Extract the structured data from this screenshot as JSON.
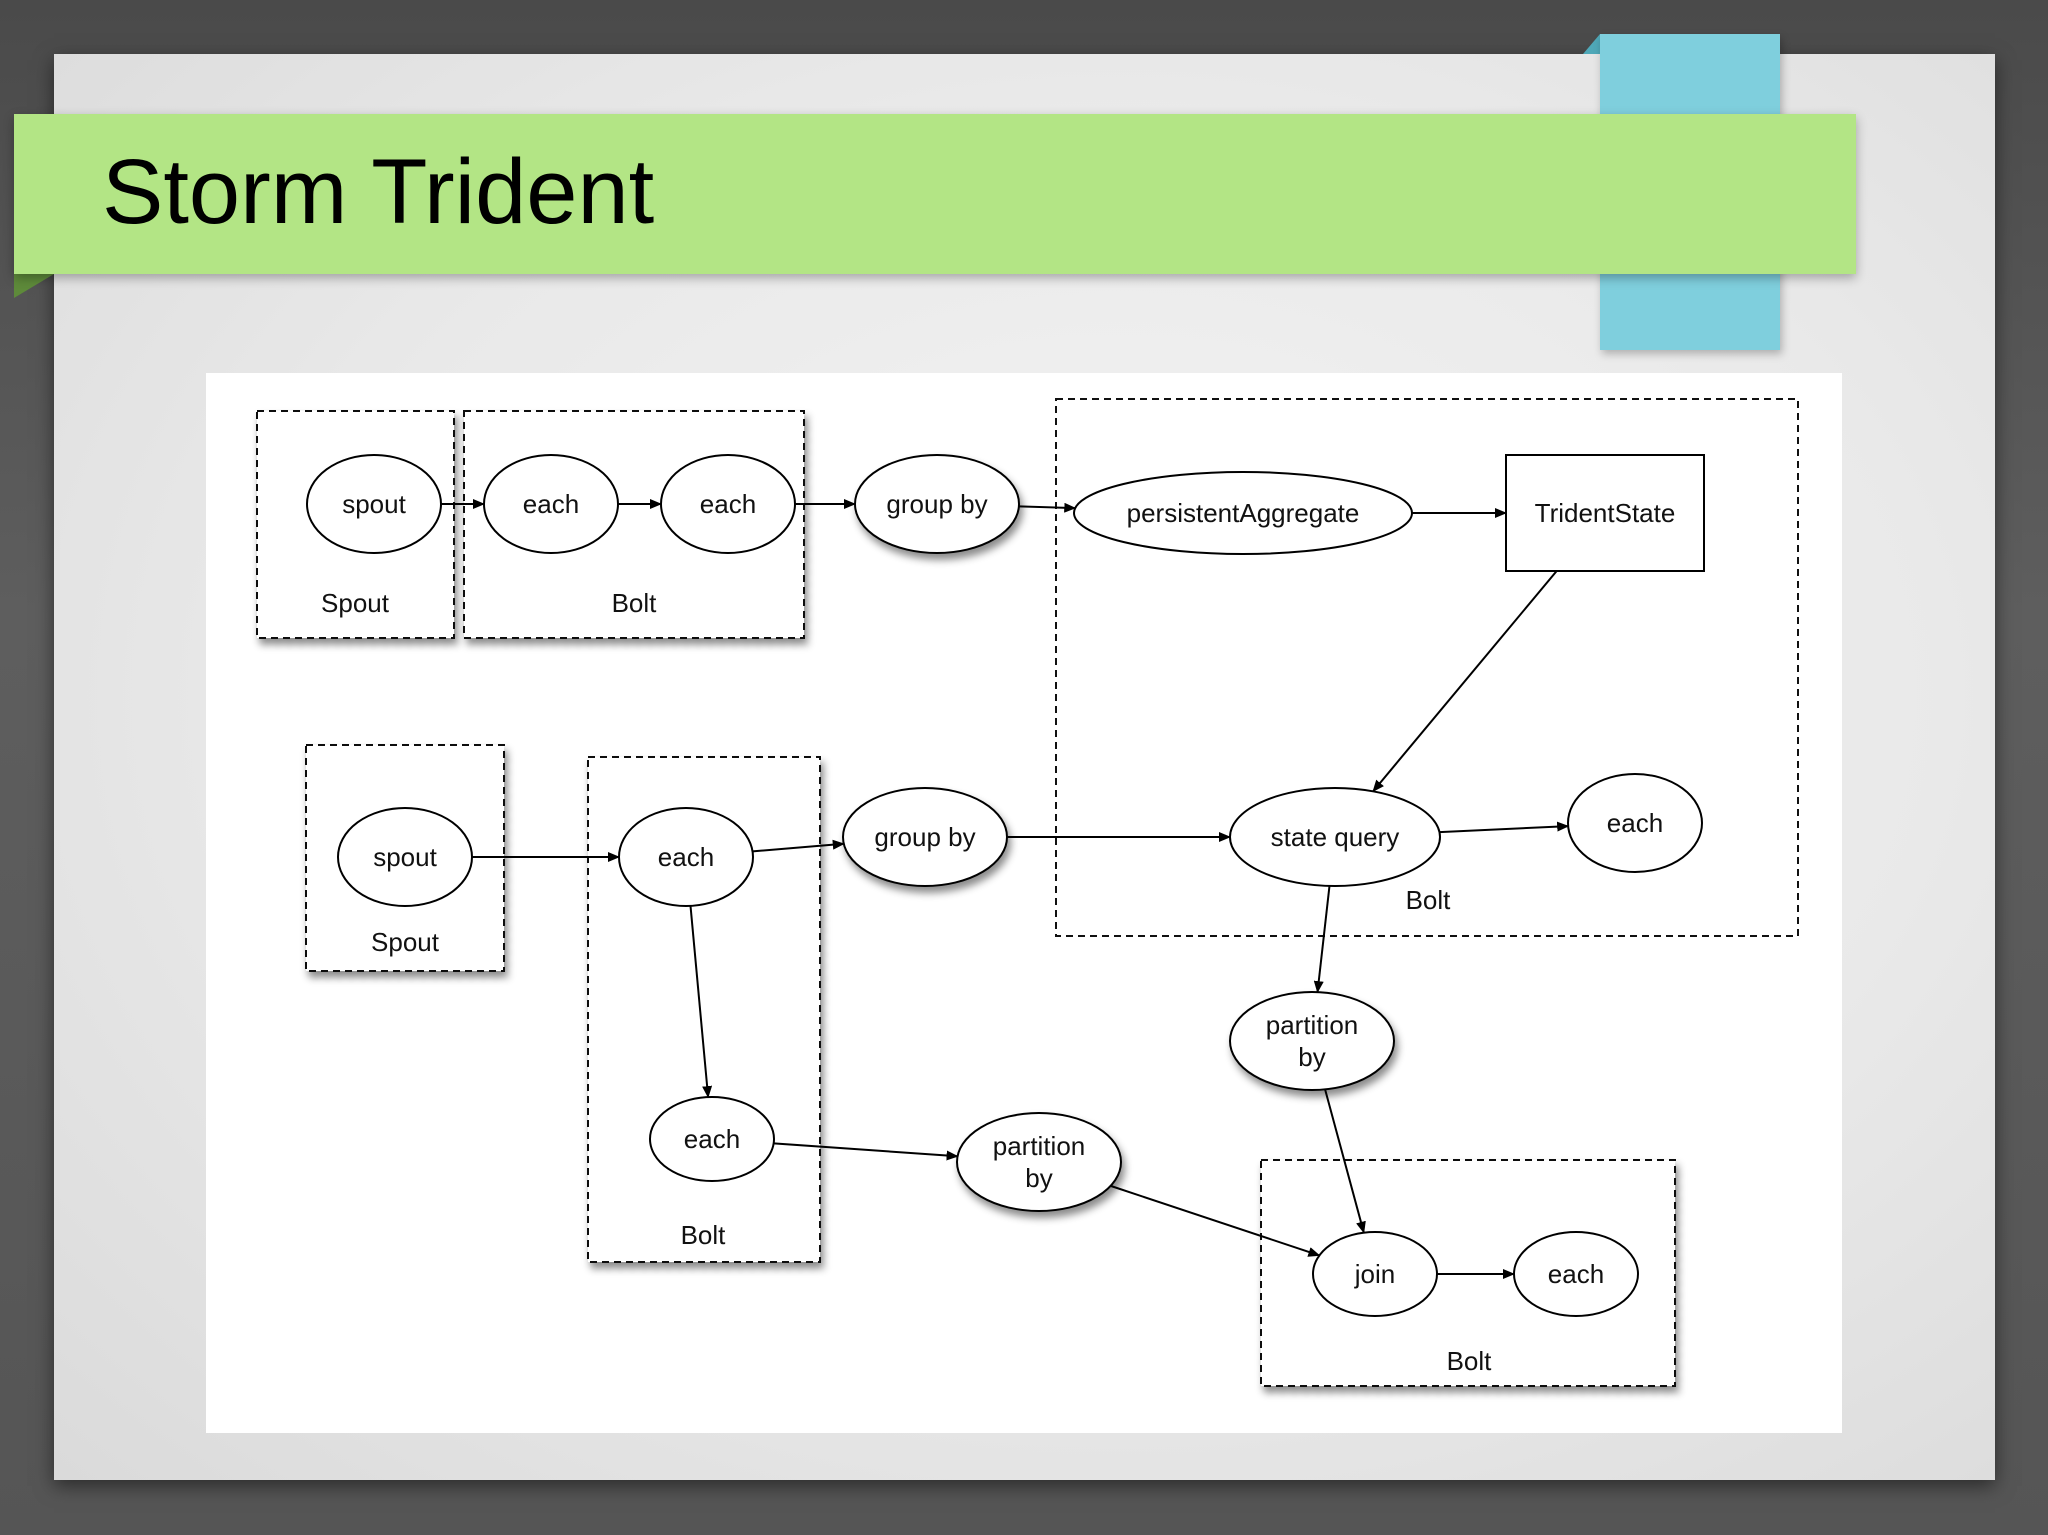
{
  "slide": {
    "title": "Storm Trident",
    "colors": {
      "title_bar": "#b3e585",
      "accent": "#7fcfdd",
      "background": "#4a4a4a"
    }
  },
  "diagram": {
    "groups": {
      "g_spout1": "Spout",
      "g_bolt1": "Bolt",
      "g_bolt_state": "Bolt",
      "g_spout2": "Spout",
      "g_bolt2": "Bolt",
      "g_bolt_join": "Bolt"
    },
    "nodes": {
      "n_spout1": "spout",
      "n_each1": "each",
      "n_each2": "each",
      "n_group1": "group by",
      "n_persist": "persistentAggregate",
      "n_tstate": "TridentState",
      "n_spout2": "spout",
      "n_each3": "each",
      "n_group2": "group by",
      "n_squery": "state query",
      "n_each4": "each",
      "n_part1": [
        "partition",
        "by"
      ],
      "n_each5": "each",
      "n_part2": [
        "partition",
        "by"
      ],
      "n_join": "join",
      "n_each6": "each"
    },
    "edges": [
      [
        "n_spout1",
        "n_each1"
      ],
      [
        "n_each1",
        "n_each2"
      ],
      [
        "n_each2",
        "n_group1"
      ],
      [
        "n_group1",
        "n_persist"
      ],
      [
        "n_persist",
        "n_tstate"
      ],
      [
        "n_tstate",
        "n_squery"
      ],
      [
        "n_spout2",
        "n_each3"
      ],
      [
        "n_each3",
        "n_group2"
      ],
      [
        "n_group2",
        "n_squery"
      ],
      [
        "n_squery",
        "n_each4"
      ],
      [
        "n_squery",
        "n_part1"
      ],
      [
        "n_each3",
        "n_each5"
      ],
      [
        "n_each5",
        "n_part2"
      ],
      [
        "n_part2",
        "n_join"
      ],
      [
        "n_part1",
        "n_join"
      ],
      [
        "n_join",
        "n_each6"
      ]
    ]
  }
}
